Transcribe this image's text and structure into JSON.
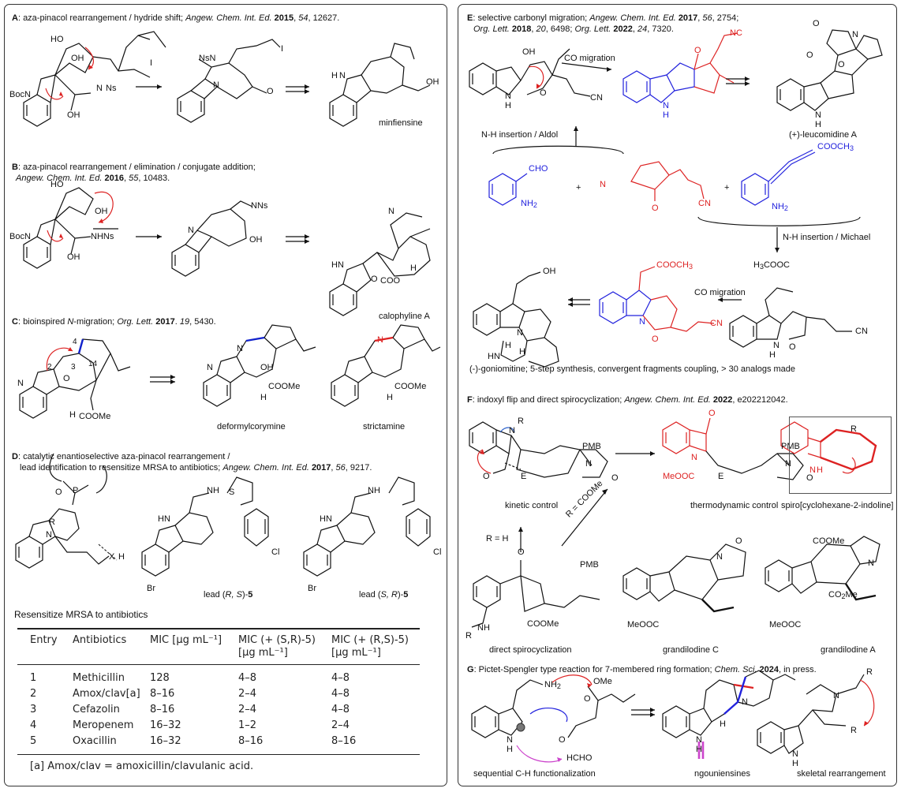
{
  "panelA": {
    "letter": "A",
    "text": ": aza-pinacol rearrangement  / hydride shift; ",
    "journal": "Angew. Chem. Int. Ed.",
    "year": "2015",
    "vol": "54",
    "pages": ", 12627.",
    "product": "minfiensine",
    "atoms": {
      "ho1": "HO",
      "oh1": "OH",
      "oh2": "OH",
      "i1": "I",
      "nhns": "N",
      "ns": "Ns",
      "boc": "BocN",
      "nsn": "NsN",
      "i2": "I",
      "o1": "O",
      "oh3": "OH",
      "h": "H",
      "n": "N",
      "n2": "N"
    }
  },
  "panelB": {
    "letter": "B",
    "text": ": aza-pinacol rearrangement  / elimination / conjugate addition;",
    "journal": "Angew. Chem. Int. Ed.",
    "year": "2016",
    "vol": "55",
    "pages": ", 10483.",
    "product": "calophyline A",
    "atoms": {
      "ho": "HO",
      "oh": "OH",
      "boc": "BocN",
      "nhns": "NHNs",
      "oh2": "OH",
      "nns": "NNs",
      "n": "N",
      "oh3": "OH",
      "hn": "HN",
      "n2": "N",
      "o": "O",
      "h": "H",
      "coo": "COO"
    }
  },
  "panelC": {
    "letter": "C",
    "text": ": bioinspired ",
    "nmig": "N",
    "text2": "-migration; ",
    "journal": "Org. Lett.",
    "year": "2017",
    "vol": "19",
    "pages": ", 5430.",
    "product1": "deformylcorymine",
    "product2": "strictamine",
    "atoms": {
      "n": "N",
      "o": "O",
      "h": "H",
      "coome": "COOMe",
      "n4": "4",
      "n2": "2",
      "n3": "3",
      "n14": "14",
      "n4b": "N",
      "nb": "N",
      "oh": "OH",
      "hb": "H",
      "coomeb": "COOMe",
      "nc": "N",
      "hc": "H",
      "coomec": "COOMe"
    }
  },
  "panelD": {
    "letter": "D",
    "line1": ": catalytic enantioselective aza-pinacol rearrangement  /",
    "line2": "lead identification to resensitize MRSA to antibiotics; ",
    "journal": "Angew. Chem. Int. Ed.",
    "year": "2017",
    "vol": "56",
    "pages": ", 9217.",
    "lead1_label": "lead (",
    "lead1_stereo": "R, S",
    "lead1_num": "5",
    "lead2_label": "lead (",
    "lead2_stereo": "S, R",
    "lead2_num": "5",
    "atoms": {
      "o": "O",
      "p": "P",
      "r": "R",
      "n": "N",
      "x": "X",
      "h": "H",
      "hn": "HN",
      "s": "S",
      "rr": "R",
      "nh": "NH",
      "so": "O",
      "s2": "S",
      "br": "Br",
      "cl": "Cl",
      "hn2": "HN",
      "r2": "R",
      "s3": "S",
      "nh2": "NH",
      "br2": "Br",
      "cl2": "Cl"
    },
    "resensitize": "Resensitize MRSA to antibiotics",
    "table": {
      "headers": [
        "Entry",
        "Antibiotics",
        "MIC [µg mL⁻¹]",
        "MIC (+ (S,R)-5)",
        "MIC (+ (R,S)-5)"
      ],
      "sub_headers": [
        "",
        "",
        "",
        "[µg mL⁻¹]",
        "[µg mL⁻¹]"
      ],
      "rows": [
        [
          "1",
          "Methicillin",
          "128",
          "4–8",
          "4–8"
        ],
        [
          "2",
          "Amox/clav[a]",
          "8–16",
          "2–4",
          "4–8"
        ],
        [
          "3",
          "Cefazolin",
          "8–16",
          "2–4",
          "4–8"
        ],
        [
          "4",
          "Meropenem",
          "16–32",
          "1–2",
          "2–4"
        ],
        [
          "5",
          "Oxacillin",
          "16–32",
          "8–16",
          "8–16"
        ]
      ],
      "footnote": "[a] Amox/clav = amoxicillin/clavulanic acid."
    }
  },
  "panelE": {
    "letter": "E",
    "text": ": selective carbonyl migration; ",
    "journal1": "Angew. Chem. Int. Ed.",
    "year1": "2017",
    "vol1": "56",
    "pages1": ", 2754;",
    "journal2": "Org. Lett.",
    "year2": "2018",
    "vol2": "20",
    "pages2": ", 6498; ",
    "journal3": "Org. Lett.",
    "year3": "2022",
    "vol3": "24",
    "pages3": ", 7320.",
    "co_migration": "CO migration",
    "co_migration2": "CO migration",
    "nh_aldol": "N-H insertion / Aldol",
    "nh_michael": "N-H insertion / Michael",
    "leucomidine": "(+)-leucomidine  A",
    "goniomitine": "(-)-goniomitine;  5-step synthesis, convergent fragments coupling, > 30 analogs made",
    "plus1": "+",
    "plus2": "+",
    "atoms": {
      "oh": "OH",
      "nh": "N",
      "h": "H",
      "o": "O",
      "cn": "CN",
      "nc": "NC",
      "o2": "O",
      "nh2": "N",
      "h2": "H",
      "cn2": "CN",
      "o3": "O",
      "o4": "O",
      "n3": "N",
      "o5": "O",
      "nh3": "N",
      "h3": "H",
      "cho": "CHO",
      "nh2a": "NH",
      "n2": "N",
      "o6": "O",
      "cn3": "CN",
      "cooch3": "COOCH",
      "nh2b": "NH",
      "h3cooc": "H",
      "cooc": "COOC",
      "nh4": "N",
      "h4": "H",
      "o7": "O",
      "cn4": "CN",
      "cooch3b": "COOCH",
      "n5": "N",
      "o8": "O",
      "cn5": "CN",
      "oh2": "OH",
      "n6": "N",
      "h5": "H",
      "hn": "HN",
      "h6": "H"
    }
  },
  "panelF": {
    "letter": "F",
    "text": ": indoxyl flip and direct spirocyclization; ",
    "journal": "Angew. Chem. Int. Ed.",
    "year": "2022",
    "pages": ", e202212042.",
    "kinetic": "kinetic control",
    "thermo": "thermodynamic control",
    "spiro": "spiro[cyclohexane-2-indoline]",
    "rh": "R = H",
    "rcoome": "R = COOMe",
    "direct": "direct spirocyclization",
    "grand_c": "grandilodine  C",
    "grand_a": "grandilodine  A",
    "atoms": {
      "n": "N",
      "r": "R",
      "pmb": "PMB",
      "o": "O",
      "e": "E",
      "n2": "N",
      "o2": "O",
      "o3": "O",
      "n3": "N",
      "pmb2": "PMB",
      "meooc": "MeOOC",
      "e2": "E",
      "n4": "N",
      "o4": "O",
      "r2": "R",
      "h": "H",
      "n5": "N",
      "o5": "O",
      "pmb3": "PMB",
      "nh": "NH",
      "r3": "R",
      "coome": "COOMe",
      "n6": "N",
      "o6": "O",
      "o7": "O",
      "meooc2": "MeOOC",
      "n7": "N",
      "n8": "N",
      "o8": "O",
      "coome2": "COOMe",
      "co2me": "CO",
      "n9": "N",
      "meooc3": "MeOOC",
      "n10": "N"
    }
  },
  "panelG": {
    "letter": "G",
    "text": ": Pictet-Spengler type reaction for 7-membered ring formation; ",
    "journal": "Chem. Sci.",
    "year": "2024",
    "pages": ", in press.",
    "seq": "sequential C-H functionalization",
    "ngou": "ngouniensines",
    "skeletal": "skeletal rearrangement",
    "hcho": "HCHO",
    "atoms": {
      "nh2": "NH",
      "ome": "OMe",
      "o": "O",
      "n": "N",
      "h": "H",
      "o2": "O",
      "n2": "N",
      "h2": "H",
      "n3": "N",
      "h3": "H",
      "r": "R",
      "n4": "N",
      "r2": "R",
      "n5": "N",
      "h4": "H"
    }
  }
}
